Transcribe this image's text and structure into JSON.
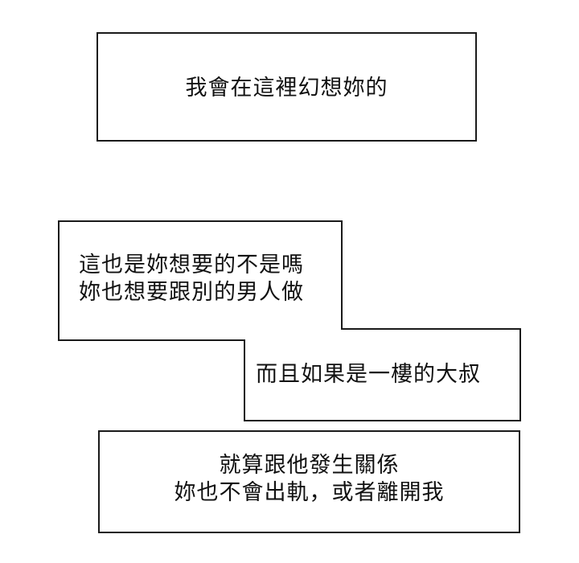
{
  "panels": [
    {
      "lines": [
        "我會在這裡幻想妳的"
      ]
    },
    {
      "lines": [
        "這也是妳想要的不是嗎",
        "妳也想要跟別的男人做",
        "而且如果是一樓的大叔"
      ]
    },
    {
      "lines": [
        "就算跟他發生關係",
        "妳也不會出軌，或者離開我"
      ]
    }
  ]
}
